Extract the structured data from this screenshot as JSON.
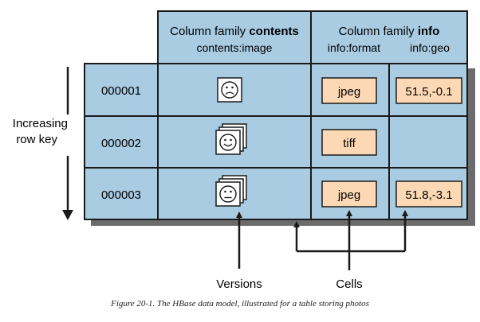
{
  "header": {
    "contents_family_prefix": "Column family ",
    "contents_family_name": "contents",
    "contents_qualifier": "contents:image",
    "info_family_prefix": "Column family ",
    "info_family_name": "info",
    "info_format_qualifier": "info:format",
    "info_geo_qualifier": "info:geo"
  },
  "rows": [
    {
      "key": "000001",
      "format": "jpeg",
      "geo": "51.5,-0.1",
      "versions": 1,
      "face": "sad"
    },
    {
      "key": "000002",
      "format": "tiff",
      "geo": "",
      "versions": 3,
      "face": "happy"
    },
    {
      "key": "000003",
      "format": "jpeg",
      "geo": "51.8,-3.1",
      "versions": 3,
      "face": "neutral"
    }
  ],
  "axis": {
    "line1": "Increasing",
    "line2": "row key"
  },
  "labels": {
    "versions": "Versions",
    "cells": "Cells"
  },
  "caption": "Figure 20-1. The HBase data model, illustrated for a table storing photos",
  "colors": {
    "cell_bg": "#a9cce3",
    "value_box": "#fcd9b4",
    "stroke": "#1a1a1a",
    "page_bg": "#ffffff"
  }
}
